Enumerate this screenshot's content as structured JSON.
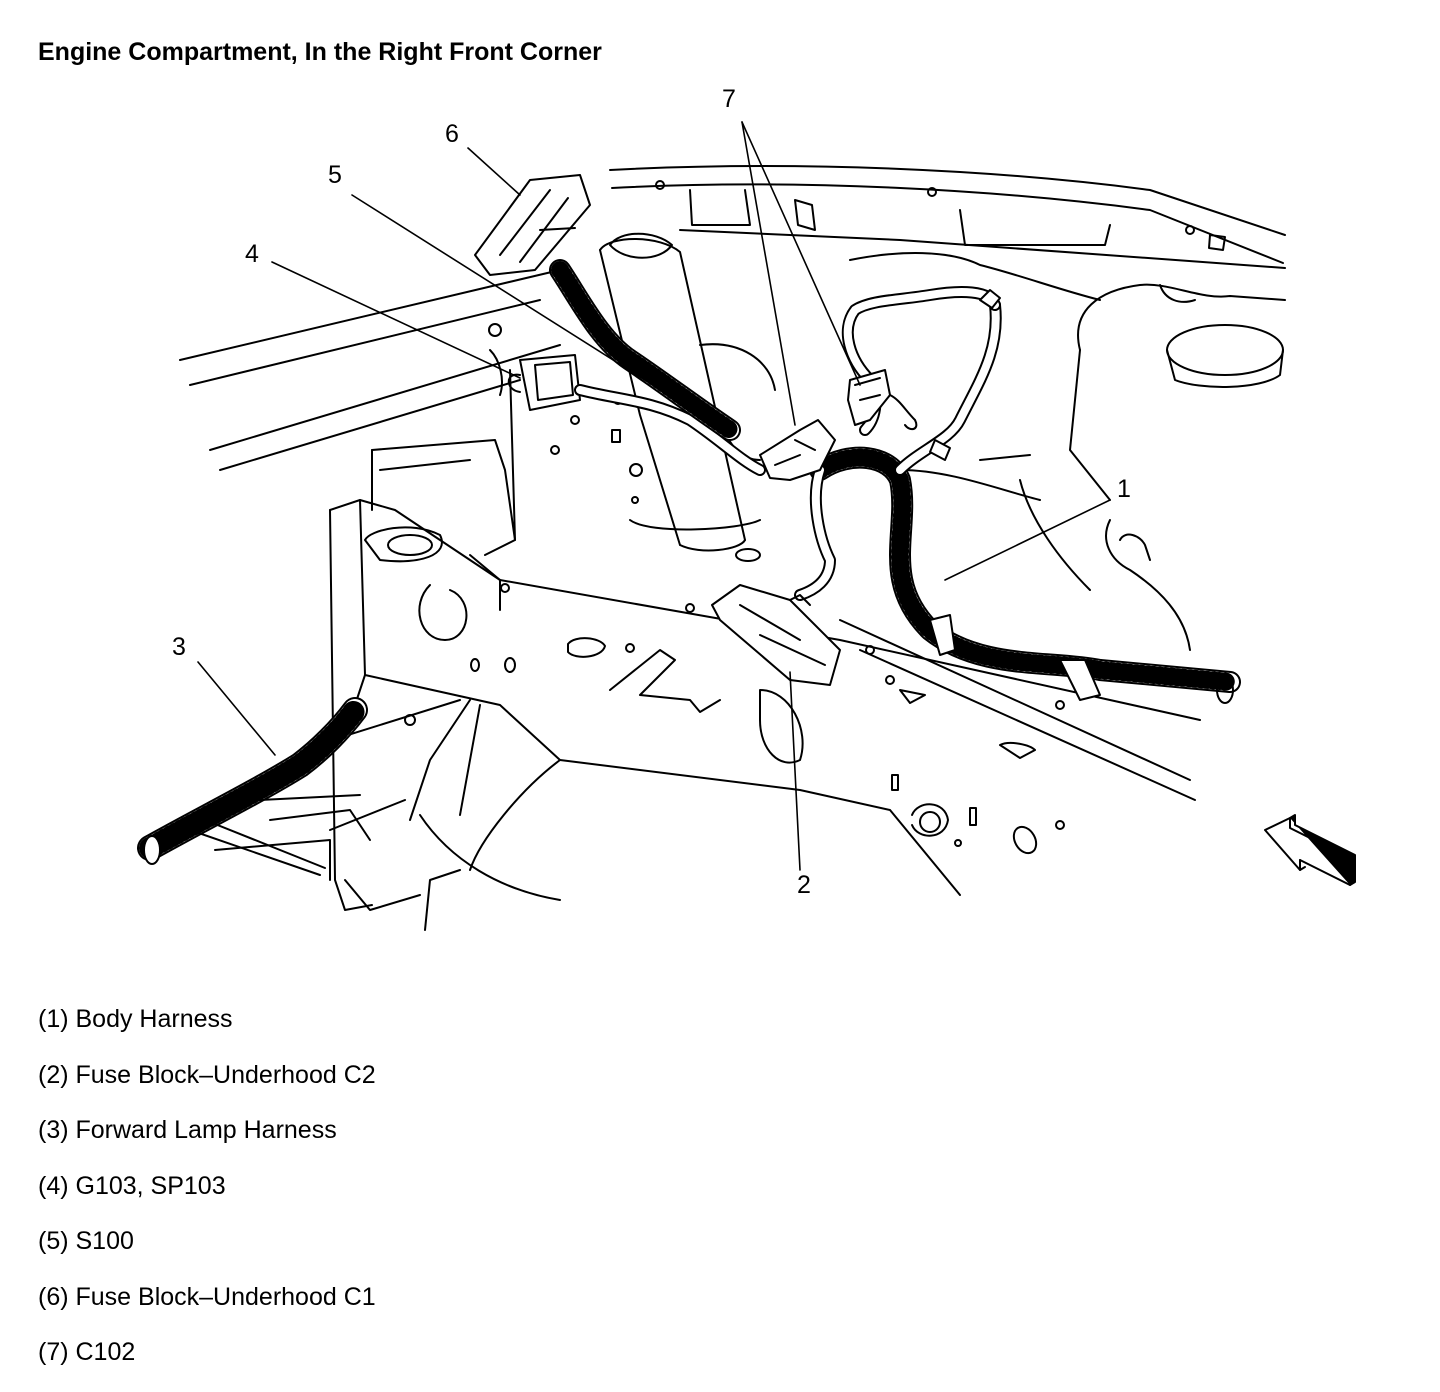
{
  "title": "Engine Compartment, In the Right Front Corner",
  "callouts": [
    {
      "num": "1"
    },
    {
      "num": "2"
    },
    {
      "num": "3"
    },
    {
      "num": "4"
    },
    {
      "num": "5"
    },
    {
      "num": "6"
    },
    {
      "num": "7"
    }
  ],
  "legend": [
    {
      "text": "(1) Body Harness"
    },
    {
      "text": "(2) Fuse Block–Underhood C2"
    },
    {
      "text": "(3) Forward Lamp Harness"
    },
    {
      "text": "(4) G103, SP103"
    },
    {
      "text": "(5) S100"
    },
    {
      "text": "(6) Fuse Block–Underhood C1"
    },
    {
      "text": "(7) C102"
    }
  ],
  "icons": [
    "direction-arrow-icon"
  ],
  "colors": {
    "line": "#000000",
    "background": "#ffffff"
  }
}
